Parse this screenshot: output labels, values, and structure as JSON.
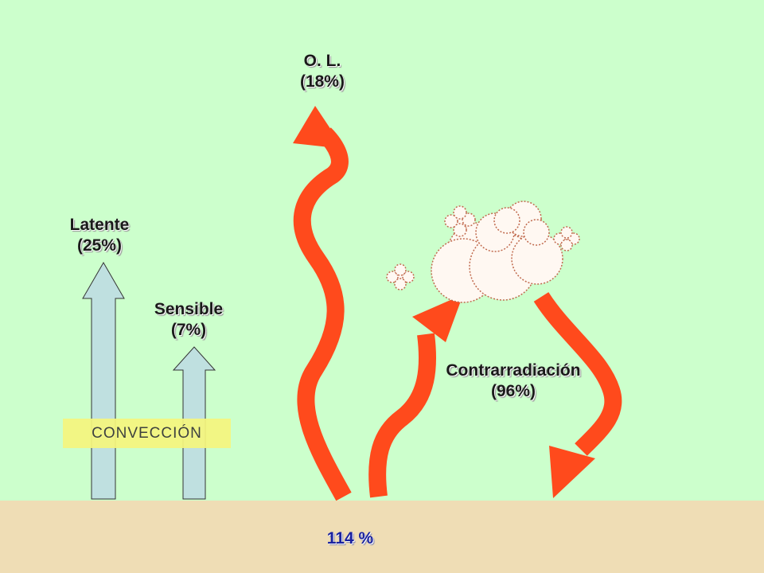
{
  "colors": {
    "background": "#ccffcc",
    "ground": "#efddb5",
    "radiation_arrow": "#ff4a1c",
    "convection_arrow": "#bfe0e0",
    "convection_label_bg": "#f6f67e",
    "cloud_fill": "#fff8f2",
    "cloud_outline": "#c06a4e",
    "total_text": "#1a22a0"
  },
  "labels": {
    "ol": {
      "line1": "O. L.",
      "line2": "(18%)"
    },
    "latente": {
      "line1": "Latente",
      "line2": "(25%)"
    },
    "sensible": {
      "line1": "Sensible",
      "line2": "(7%)"
    },
    "contrarradiacion": {
      "line1": "Contrarradiación",
      "line2": "(96%)"
    },
    "conveccion": "CONVECCIÓN",
    "total": "114 %"
  },
  "icons": [
    "cloud-icon"
  ]
}
